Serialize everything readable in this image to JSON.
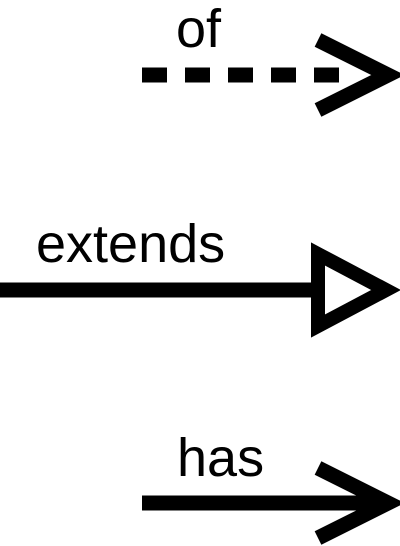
{
  "legend": {
    "items": [
      {
        "label": "of",
        "line_style": "dashed",
        "arrowhead": "open"
      },
      {
        "label": "extends",
        "line_style": "solid",
        "arrowhead": "hollow-triangle"
      },
      {
        "label": "has",
        "line_style": "solid",
        "arrowhead": "open"
      }
    ]
  },
  "colors": {
    "stroke": "#000000",
    "background": "#ffffff"
  }
}
